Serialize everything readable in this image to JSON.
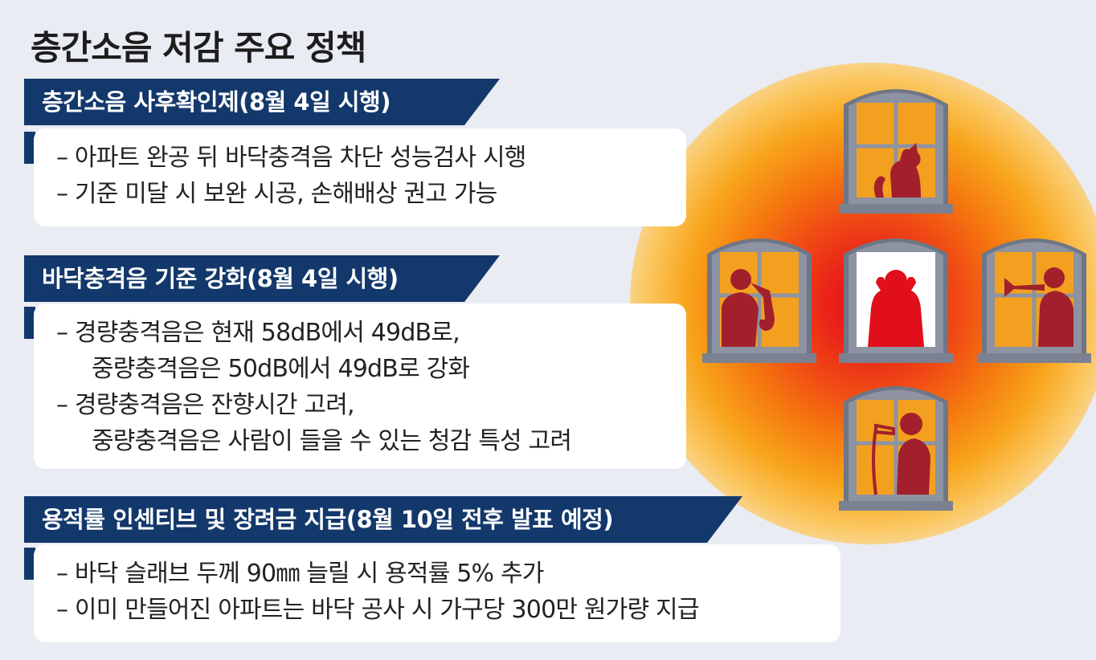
{
  "title": "층간소음 저감 주요 정책",
  "sections": [
    {
      "heading": "층간소음 사후확인제(8월 4일 시행)",
      "lines": [
        "– 아파트 완공 뒤 바닥충격음 차단 성능검사 시행",
        "– 기준 미달 시 보완 시공, 손해배상 권고 가능"
      ]
    },
    {
      "heading": "바닥충격음 기준 강화(8월 4일 시행)",
      "lines": [
        "– 경량충격음은 현재 58dB에서 49dB로,",
        "중량충격음은 50dB에서 49dB로 강화",
        "– 경량충격음은 잔향시간 고려,",
        "중량충격음은 사람이 들을 수 있는 청감 특성 고려"
      ]
    },
    {
      "heading": "용적률 인센티브 및 장려금 지급(8월 10일 전후 발표 예정)",
      "lines": [
        "– 바닥 슬래브 두께 90㎜ 늘릴 시 용적률 5% 추가",
        "– 이미 만들어진 아파트는 바닥 공사 시 가구당 300만 원가량 지급"
      ]
    }
  ],
  "illustration": {
    "windows": [
      "howling-dog",
      "saxophone-player",
      "person-covering-ears",
      "trumpet-player",
      "singer-with-microphone"
    ],
    "colors": {
      "navy": "#13386b",
      "window_frame": "#7b8190",
      "window_light": "#f3a020",
      "silhouette_dark": "#a2202b",
      "silhouette_center": "#e10e1b"
    }
  }
}
